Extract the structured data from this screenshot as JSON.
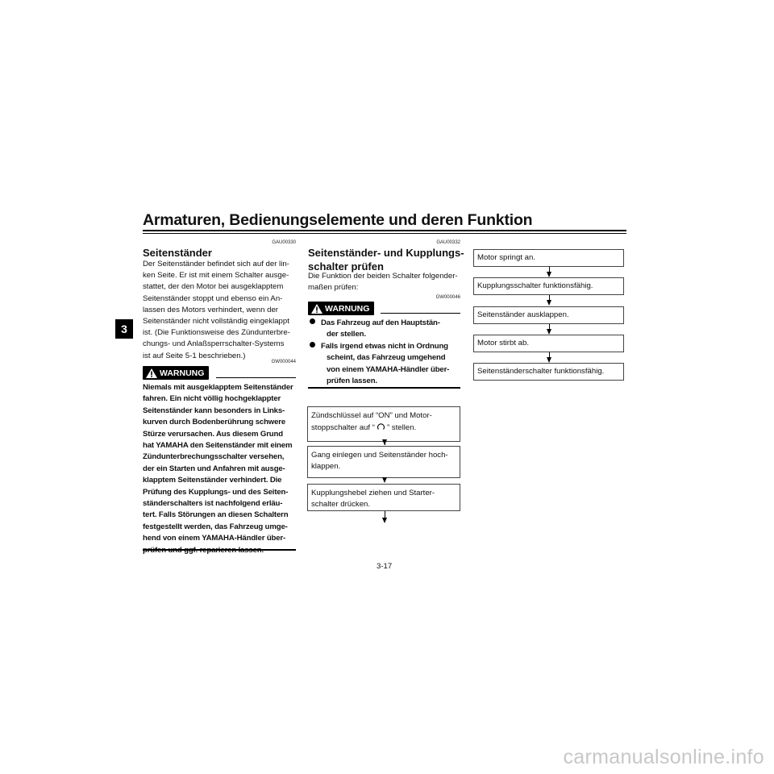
{
  "header": {
    "title": "Armaturen, Bedienungselemente und deren Funktion",
    "chapter_tab": "3"
  },
  "left_column": {
    "code": "GAU00330",
    "heading": "Seitenständer",
    "body_lines": [
      "Der Seitenständer befindet sich auf der lin-",
      "ken Seite. Er ist mit einem Schalter ausge-",
      "stattet, der den Motor bei ausgeklapptem",
      "Seitenständer stoppt und ebenso ein An-",
      "lassen des Motors verhindert, wenn der",
      "Seitenständer nicht vollständig eingeklappt",
      "ist. (Die Funktionsweise des Zündunterbre-",
      "chungs- und Anlaßsperrschalter-Systems",
      "ist auf Seite 5-1 beschrieben.)"
    ],
    "warning_code": "GW000044",
    "warning_label": "WARNUNG",
    "warning_lines": [
      "Niemals mit ausgeklapptem Seitenständer",
      "fahren. Ein nicht völlig hochgeklappter",
      "Seitenständer kann besonders in Links-",
      "kurven durch Bodenberührung schwere",
      "Stürze verursachen. Aus diesem Grund",
      "hat YAMAHA den Seitenständer mit einem",
      "Zündunterbrechungsschalter versehen,",
      "der ein Starten und Anfahren mit ausge-",
      "klapptem Seitenständer verhindert. Die",
      "Prüfung des Kupplungs- und des Seiten-",
      "ständerschalters ist nachfolgend erläu-",
      "tert. Falls Störungen an diesen Schaltern",
      "festgestellt werden, das Fahrzeug umge-",
      "hend von einem YAMAHA-Händler über-",
      "prüfen und ggf. reparieren lassen."
    ]
  },
  "middle_column": {
    "code": "GAU00332",
    "heading_lines": [
      "Seitenständer- und Kupplungs-",
      "schalter prüfen"
    ],
    "body_lines": [
      "Die Funktion der beiden Schalter folgender-",
      "maßen prüfen:"
    ],
    "warning_code": "GW000046",
    "warning_label": "WARNUNG",
    "bullets": [
      [
        "Das Fahrzeug auf den Hauptstän-",
        "der stellen."
      ],
      [
        "Falls irgend etwas nicht in Ordnung",
        "scheint, das Fahrzeug umgehend",
        "von einem YAMAHA-Händler über-",
        "prüfen lassen."
      ]
    ],
    "flow_steps": [
      {
        "line1": "Zündschlüssel auf “ON” und Motor-",
        "line2_pre": "stoppschalter auf “",
        "line2_post": "” stellen."
      },
      {
        "line1": "Gang einlegen und Seitenständer hoch-",
        "line2": "klappen."
      },
      {
        "line1": "Kupplungshebel ziehen und Starter-",
        "line2": "schalter drücken."
      }
    ]
  },
  "right_column": {
    "flow_steps": [
      "Motor springt an.",
      "Kupplungsschalter funktionsfähig.",
      "Seitenständer ausklappen.",
      "Motor stirbt ab.",
      "Seitenständerschalter funktionsfähig."
    ]
  },
  "footer": {
    "page_number": "3-17",
    "watermark": "carmanualsonline.info"
  }
}
